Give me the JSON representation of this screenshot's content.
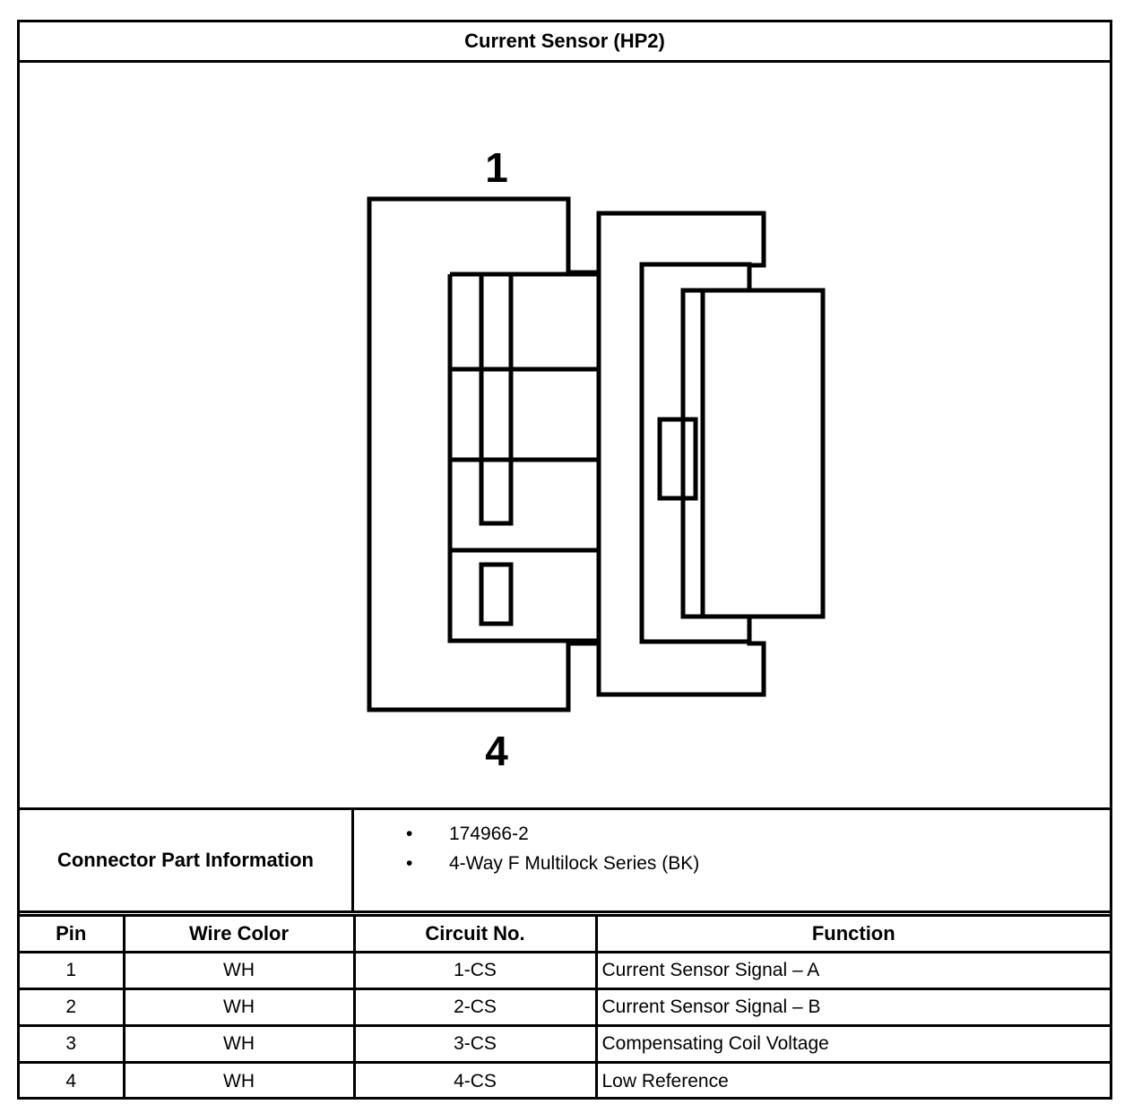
{
  "title": "Current Sensor (HP2)",
  "diagram": {
    "pin_label_top": "1",
    "pin_label_bottom": "4"
  },
  "connector_info": {
    "label": "Connector Part Information",
    "items": [
      "174966-2",
      "4-Way F Multilock Series (BK)"
    ]
  },
  "table": {
    "headers": [
      "Pin",
      "Wire Color",
      "Circuit No.",
      "Function"
    ],
    "rows": [
      [
        "1",
        "WH",
        "1-CS",
        "Current Sensor Signal – A"
      ],
      [
        "2",
        "WH",
        "2-CS",
        "Current Sensor Signal – B"
      ],
      [
        "3",
        "WH",
        "3-CS",
        "Compensating Coil Voltage"
      ],
      [
        "4",
        "WH",
        "4-CS",
        "Low Reference"
      ]
    ]
  }
}
